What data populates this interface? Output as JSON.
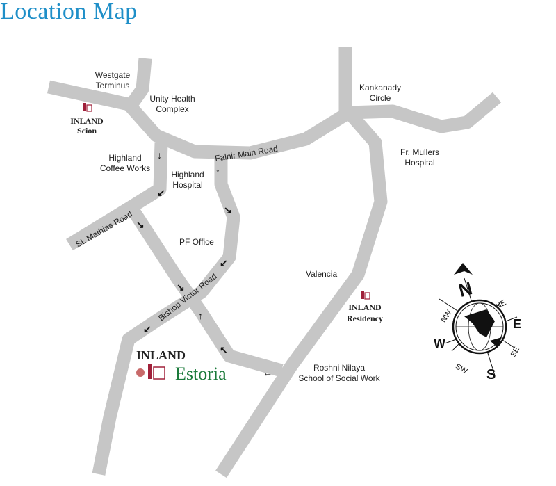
{
  "title": "Location Map",
  "roads": {
    "falnir": "Falnir Main Road",
    "mathias": "SL Mathias Road",
    "bishop": "Bishop Victor Road"
  },
  "places": {
    "westgate": [
      "Westgate",
      "Terminus"
    ],
    "unity": [
      "Unity Health",
      "Complex"
    ],
    "kankanady": [
      "Kankanady",
      "Circle"
    ],
    "coffee": [
      "Highland",
      "Coffee Works"
    ],
    "hospital": [
      "Highland",
      "Hospital"
    ],
    "mullers": [
      "Fr. Mullers",
      "Hospital"
    ],
    "pf": "PF Office",
    "valencia": "Valencia",
    "roshni": [
      "Roshni Nilaya",
      "School of Social Work"
    ]
  },
  "projects": {
    "scion": [
      "INLAND",
      "Scion"
    ],
    "residency": [
      "INLAND",
      "Residency"
    ],
    "estoria": {
      "brand": "INLAND",
      "name": "Estoria"
    }
  },
  "compass": {
    "n": "N",
    "s": "S",
    "e": "E",
    "w": "W",
    "ne": "NE",
    "nw": "NW",
    "se": "SE",
    "sw": "SW"
  },
  "colors": {
    "title": "#1f8fc8",
    "road": "#c6c6c6",
    "estoria": "#1a7a3a",
    "logo": "#a0203a"
  }
}
